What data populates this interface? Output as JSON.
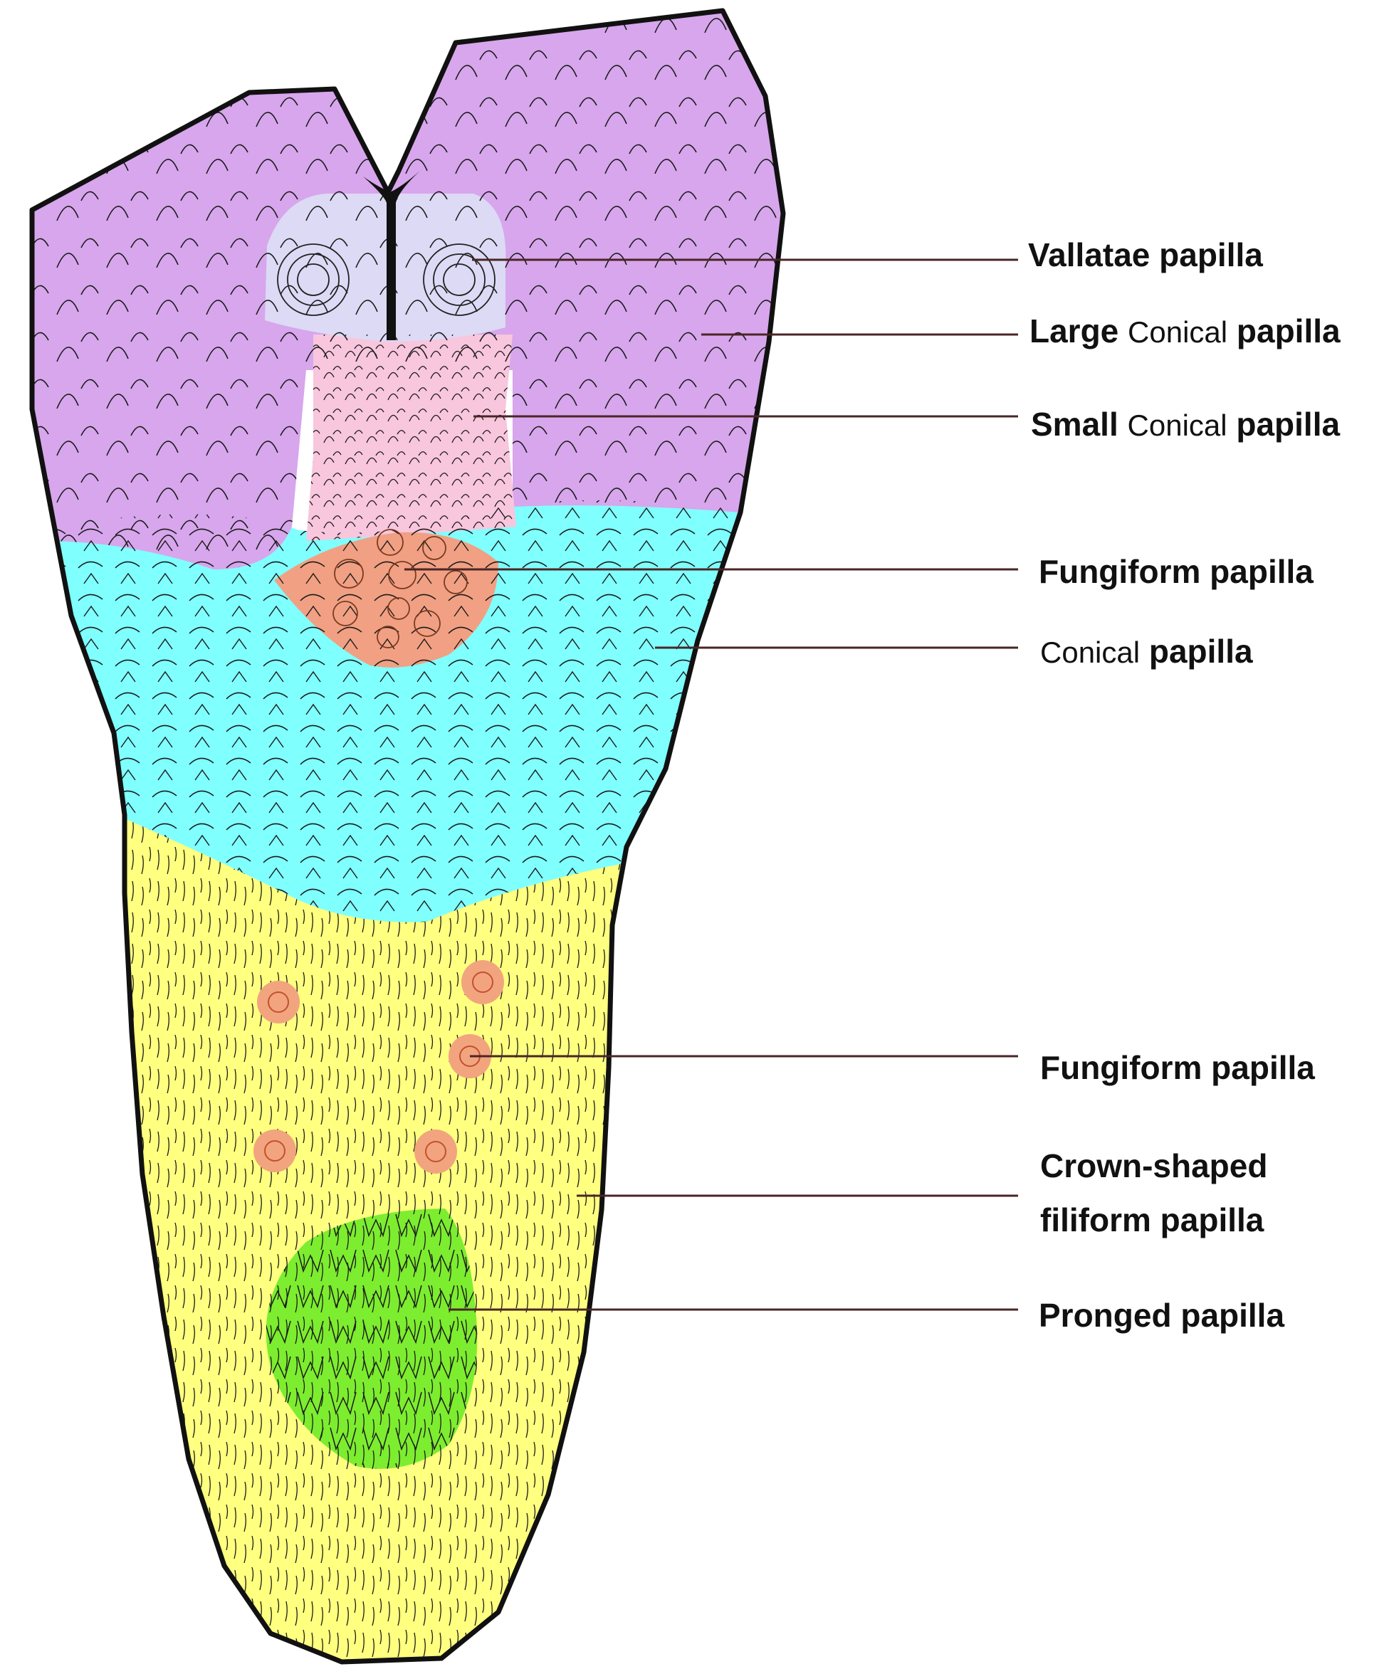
{
  "colors": {
    "large_conical_region": "#d7a6ec",
    "vallatae_region": "#dcdaf5",
    "small_conical_region": "#f8c6dd",
    "fungiform_cluster_region": "#f1a083",
    "conical_region": "#80ffff",
    "filiform_region": "#ffff80",
    "pronged_region": "#7ded2f",
    "fungiform_spot": "#f2a47f",
    "outline": "#111111",
    "leader_line": "#4a2525"
  },
  "labels": {
    "vallatae": "Vallatae papilla",
    "large_conical": {
      "w1": "Large",
      "w2": "Conical",
      "w3": "papilla"
    },
    "small_conical": {
      "w1": "Small",
      "w2": "Conical",
      "w3": "papilla"
    },
    "fungiform_1": "Fungiform papilla",
    "conical": {
      "w1": "Conical",
      "w2": "papilla"
    },
    "fungiform_2": "Fungiform papilla",
    "crown_filiform": {
      "line1": "Crown-shaped",
      "line2": "filiform papilla"
    },
    "pronged": "Pronged papilla"
  }
}
